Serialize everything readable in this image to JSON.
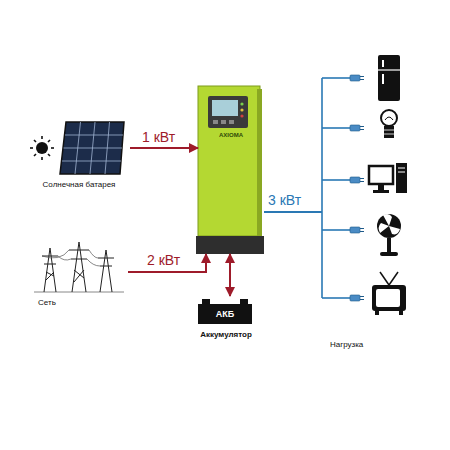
{
  "diagram": {
    "nodes": [
      {
        "text": [
          "Солнечная батарея"
        ]
      },
      {
        "text": [
          "AXIOMA"
        ]
      },
      {
        "text": [
          "Сеть"
        ]
      },
      {
        "text": [
          "АКБ",
          "Аккумулятор"
        ]
      },
      {
        "text": [
          "Нагрузка"
        ]
      }
    ],
    "edges": [
      {
        "from": 0,
        "to": 1,
        "label": "1 кВт",
        "arrow": "to"
      },
      {
        "from": 2,
        "to": 1,
        "label": "2 кВт",
        "arrow": "to"
      },
      {
        "from": 1,
        "to": 3,
        "arrow": "both"
      },
      {
        "from": 1,
        "to": 4,
        "label": "3 кВт",
        "arrow": "none"
      }
    ]
  }
}
